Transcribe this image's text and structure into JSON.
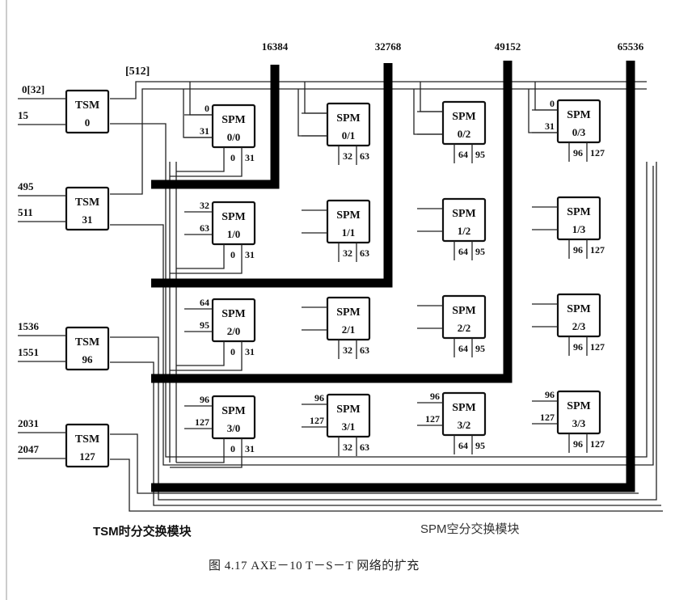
{
  "bus_label": "[512]",
  "stage_labels": [
    "16384",
    "32768",
    "49152",
    "65536"
  ],
  "tsm_modules": [
    {
      "name": "TSM",
      "number": "0",
      "in_top": "0[32]",
      "in_bottom": "15"
    },
    {
      "name": "TSM",
      "number": "31",
      "in_top": "495",
      "in_bottom": "511"
    },
    {
      "name": "TSM",
      "number": "96",
      "in_top": "1536",
      "in_bottom": "1551"
    },
    {
      "name": "TSM",
      "number": "127",
      "in_top": "2031",
      "in_bottom": "2047"
    }
  ],
  "spm_modules": [
    {
      "name": "SPM",
      "id": "0/0",
      "in": [
        "0",
        "31"
      ],
      "out": [
        "0",
        "31"
      ]
    },
    {
      "name": "SPM",
      "id": "0/1",
      "in": [
        "",
        ""
      ],
      "out": [
        "32",
        "63"
      ]
    },
    {
      "name": "SPM",
      "id": "0/2",
      "in": [
        "",
        ""
      ],
      "out": [
        "64",
        "95"
      ]
    },
    {
      "name": "SPM",
      "id": "0/3",
      "in": [
        "0",
        "31"
      ],
      "out": [
        "96",
        "127"
      ]
    },
    {
      "name": "SPM",
      "id": "1/0",
      "in": [
        "32",
        "63"
      ],
      "out": [
        "0",
        "31"
      ]
    },
    {
      "name": "SPM",
      "id": "1/1",
      "in": [
        "",
        ""
      ],
      "out": [
        "32",
        "63"
      ]
    },
    {
      "name": "SPM",
      "id": "1/2",
      "in": [
        "",
        ""
      ],
      "out": [
        "64",
        "95"
      ]
    },
    {
      "name": "SPM",
      "id": "1/3",
      "in": [
        "",
        ""
      ],
      "out": [
        "96",
        "127"
      ]
    },
    {
      "name": "SPM",
      "id": "2/0",
      "in": [
        "64",
        "95"
      ],
      "out": [
        "0",
        "31"
      ]
    },
    {
      "name": "SPM",
      "id": "2/1",
      "in": [
        "",
        ""
      ],
      "out": [
        "32",
        "63"
      ]
    },
    {
      "name": "SPM",
      "id": "2/2",
      "in": [
        "",
        ""
      ],
      "out": [
        "64",
        "95"
      ]
    },
    {
      "name": "SPM",
      "id": "2/3",
      "in": [
        "",
        ""
      ],
      "out": [
        "96",
        "127"
      ]
    },
    {
      "name": "SPM",
      "id": "3/0",
      "in": [
        "96",
        "127"
      ],
      "out": [
        "0",
        "31"
      ]
    },
    {
      "name": "SPM",
      "id": "3/1",
      "in": [
        "96",
        "127"
      ],
      "out": [
        "32",
        "63"
      ]
    },
    {
      "name": "SPM",
      "id": "3/2",
      "in": [
        "96",
        "127"
      ],
      "out": [
        "64",
        "95"
      ]
    },
    {
      "name": "SPM",
      "id": "3/3",
      "in": [
        "96",
        "127"
      ],
      "out": [
        "96",
        "127"
      ]
    }
  ],
  "captions": {
    "tsm": "TSM时分交换模块",
    "spm": "SPM空分交换模块",
    "figure": "图 4.17   AXE－10 T－S－T 网络的扩充"
  }
}
